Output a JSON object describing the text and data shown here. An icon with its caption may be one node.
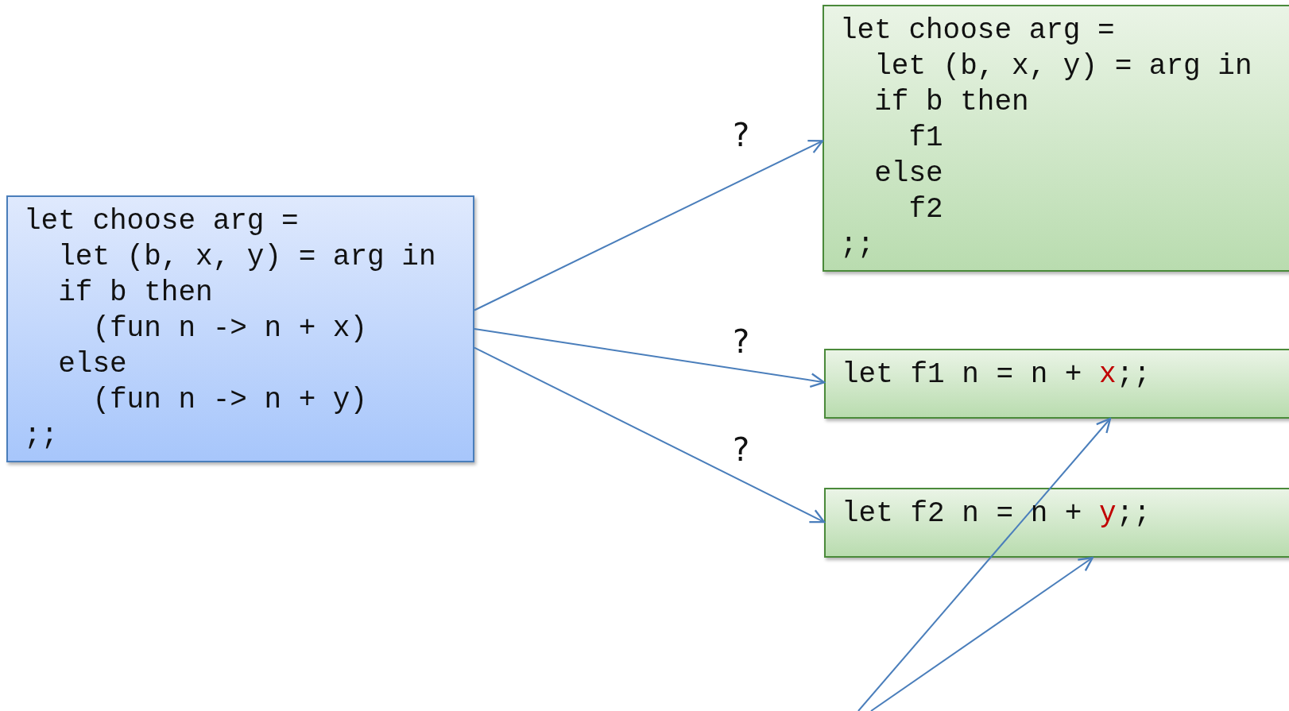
{
  "diagram": {
    "nodes": [
      {
        "text": [
          "let choose arg =",
          "  let (b, x, y) = arg in",
          "  if b then",
          "    (fun n -> n + x)",
          "  else",
          "    (fun n -> n + y)",
          ";;"
        ]
      },
      {
        "text": [
          "let choose arg =",
          "  let (b, x, y) = arg in",
          "  if b then",
          "    f1",
          "  else",
          "    f2",
          ";;"
        ]
      },
      {
        "text": [
          "let f1 n = n + ",
          "x",
          ";;"
        ]
      },
      {
        "text": [
          "let f2 n = n + ",
          "y",
          ";;"
        ]
      }
    ],
    "edges": [
      {
        "from": 0,
        "to": 1,
        "arrow": "to",
        "label": "?"
      },
      {
        "from": 0,
        "to": 2,
        "arrow": "to",
        "label": "?"
      },
      {
        "from": 0,
        "to": 3,
        "arrow": "to",
        "label": "?"
      },
      {
        "from": null,
        "to": 2,
        "arrow": "to"
      },
      {
        "from": null,
        "to": 3,
        "arrow": "to"
      }
    ]
  }
}
